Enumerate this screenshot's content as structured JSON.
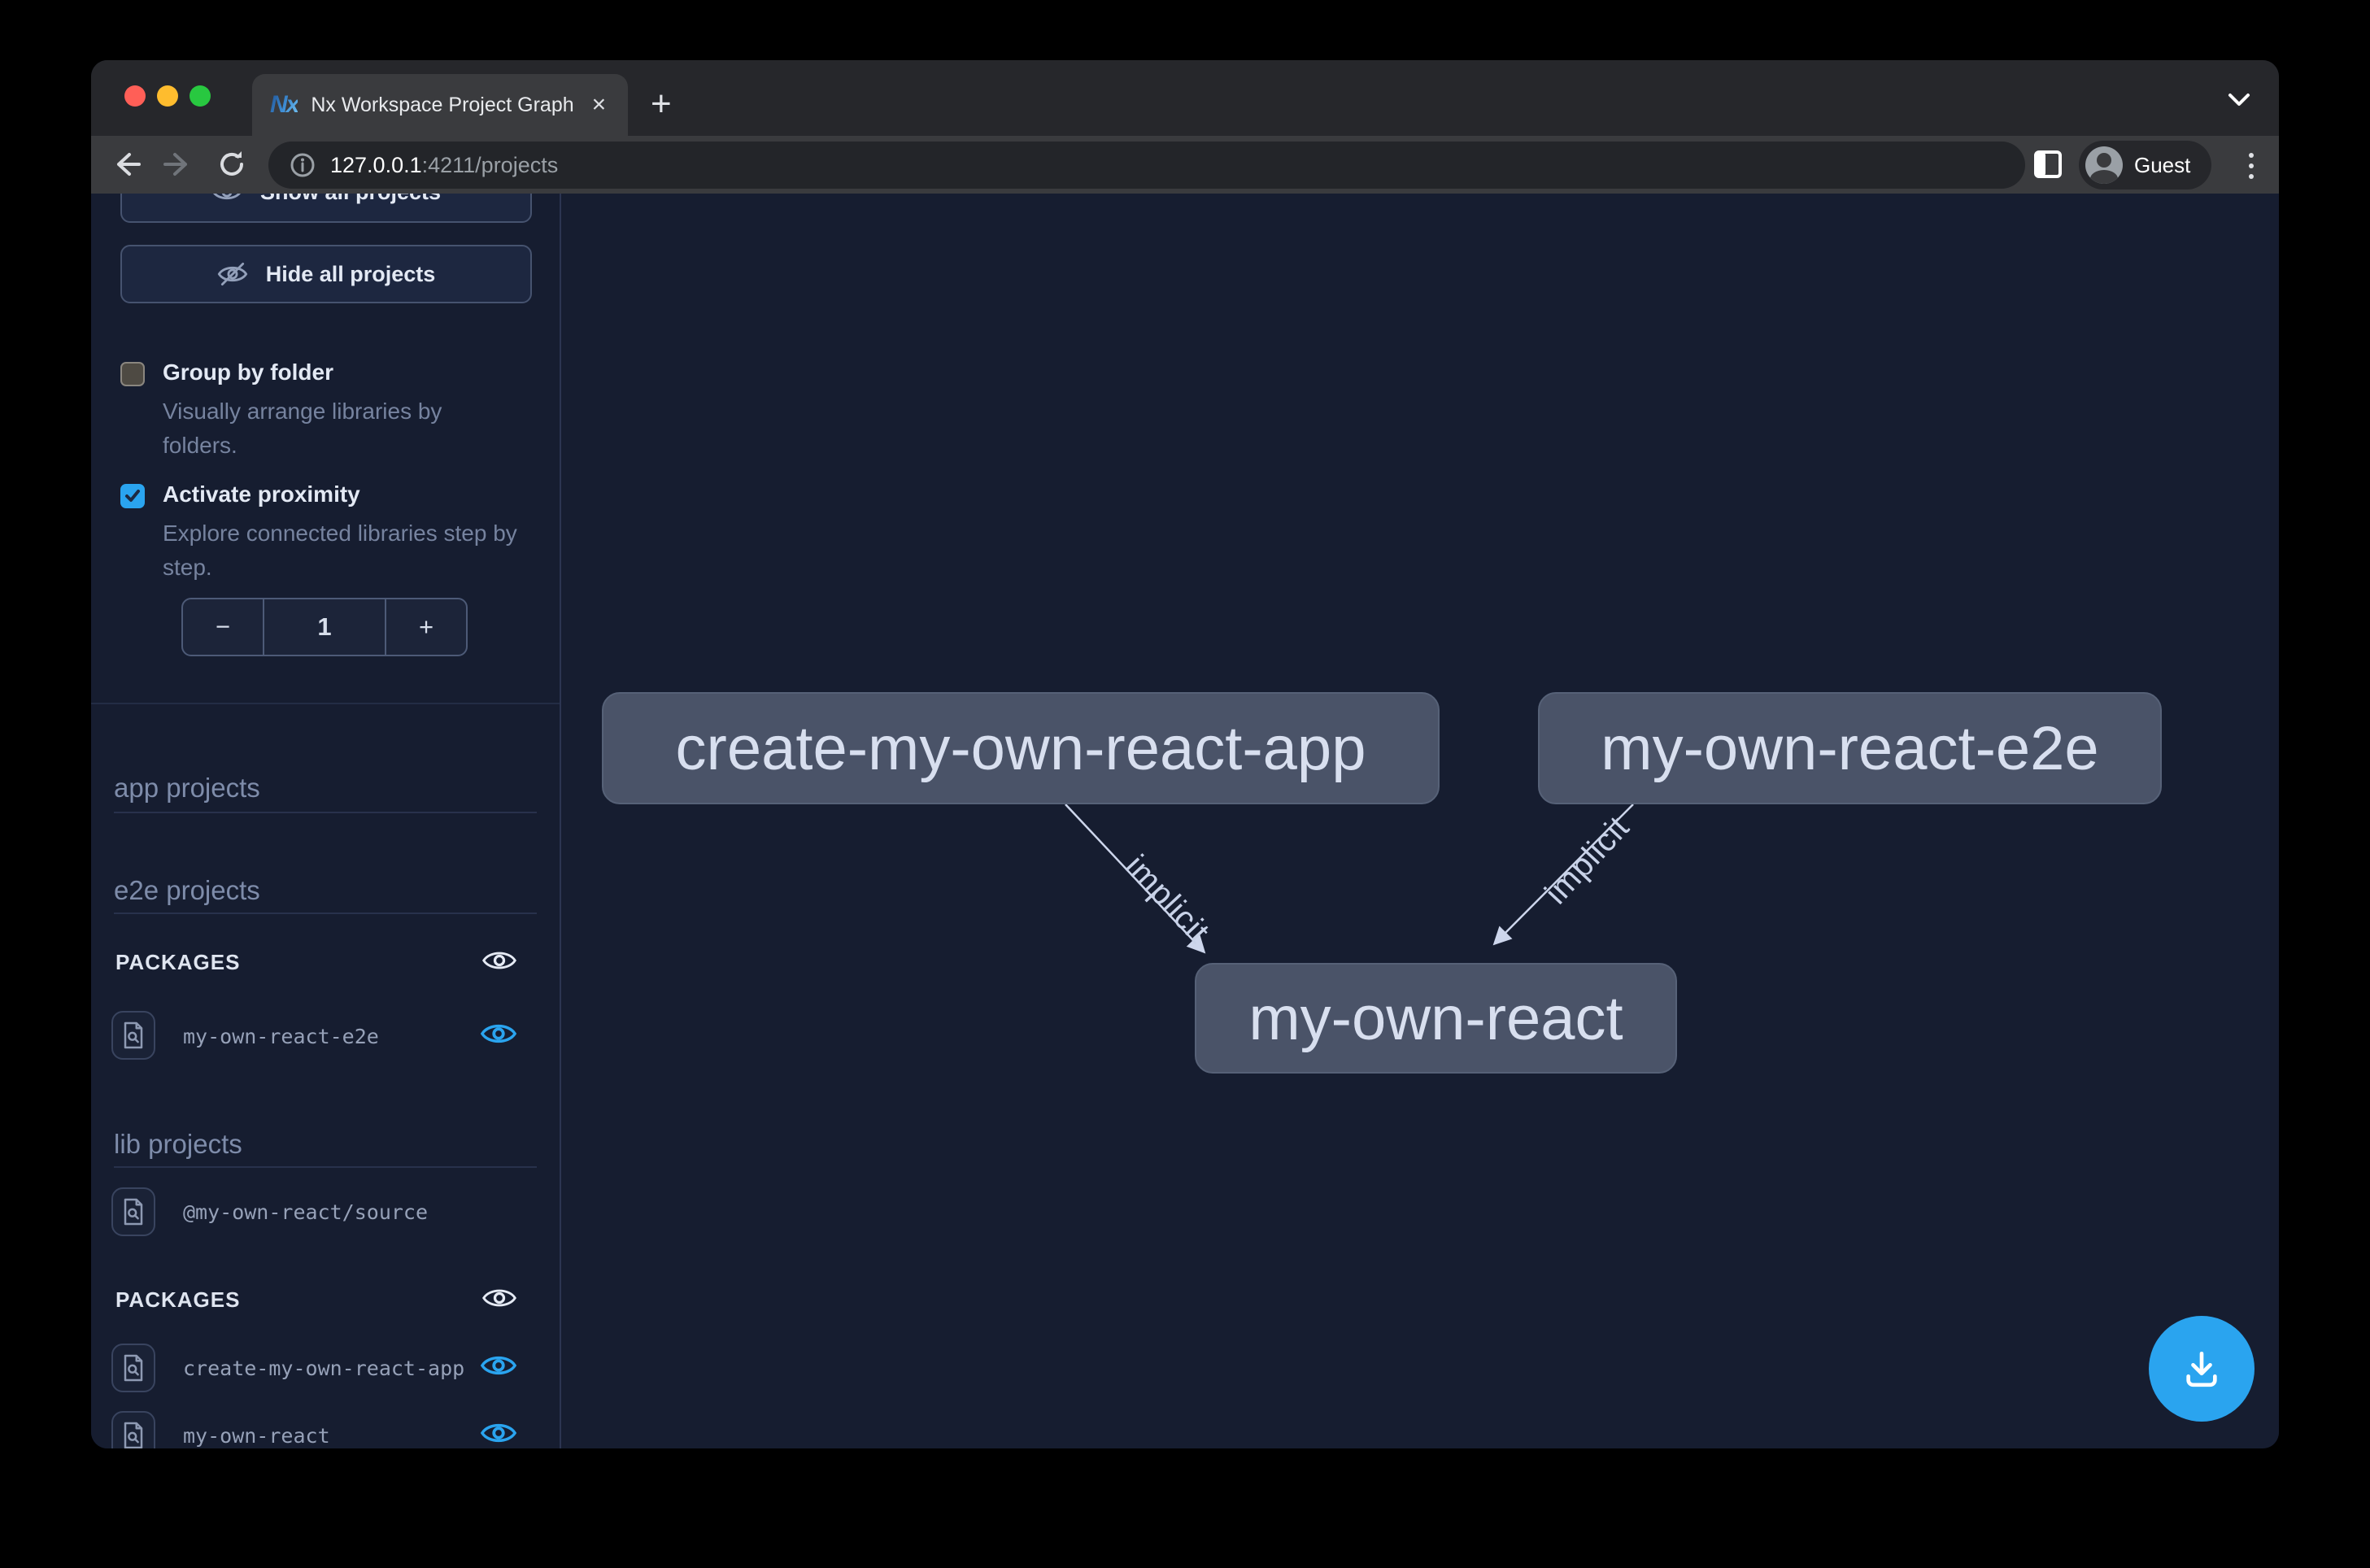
{
  "browser": {
    "tab_title": "Nx Workspace Project Graph",
    "favicon_text": "Nx",
    "url": {
      "host": "127.0.0.1",
      "path": ":4211/projects"
    },
    "profile_label": "Guest"
  },
  "sidebar": {
    "show_all_button": "Show all projects",
    "hide_all_button": "Hide all projects",
    "options": [
      {
        "label": "Group by folder",
        "description": "Visually arrange libraries by folders.",
        "checked": false
      },
      {
        "label": "Activate proximity",
        "description": "Explore connected libraries step by step.",
        "checked": true
      }
    ],
    "proximity_stepper": {
      "decrement": "−",
      "value": "1",
      "increment": "+"
    },
    "sections": [
      {
        "header": "app projects",
        "items": []
      },
      {
        "header": "e2e projects",
        "items": []
      },
      {
        "header": "PACKAGES",
        "items": [
          {
            "name": "my-own-react-e2e",
            "visible": true
          }
        ]
      },
      {
        "header": "lib projects",
        "items": [
          {
            "name": "@my-own-react/source"
          }
        ]
      },
      {
        "header": "PACKAGES",
        "items": [
          {
            "name": "create-my-own-react-app",
            "visible": true
          },
          {
            "name": "my-own-react",
            "visible": true
          }
        ]
      }
    ]
  },
  "graph": {
    "nodes": [
      {
        "id": "create-my-own-react-app"
      },
      {
        "id": "my-own-react-e2e"
      },
      {
        "id": "my-own-react"
      }
    ],
    "edges": [
      {
        "from": "create-my-own-react-app",
        "to": "my-own-react",
        "label": "implicit"
      },
      {
        "from": "my-own-react-e2e",
        "to": "my-own-react",
        "label": "implicit"
      }
    ]
  },
  "colors": {
    "accent_blue": "#2aa4ef",
    "node_fill": "#4a5368",
    "canvas_bg": "#161d30",
    "edge": "#cdd6ec"
  }
}
